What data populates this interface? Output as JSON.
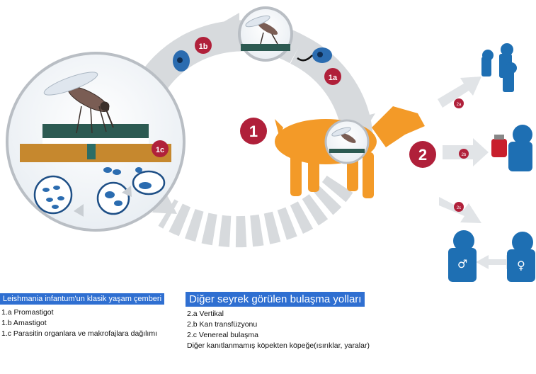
{
  "badges": {
    "main_1": "1",
    "main_2": "2",
    "sub_1a": "1a",
    "sub_1b": "1b",
    "sub_1c": "1c",
    "sub_2a": "2a",
    "sub_2b": "2b",
    "sub_2c": "2c"
  },
  "colors": {
    "badge_red": "#b0203a",
    "dog_orange": "#f39a28",
    "dog_blue": "#1e6fb3",
    "arrow_grey": "#d7dadd",
    "header_blue": "#2f6fd1"
  },
  "left_panel": {
    "title": "Leishmania infantum'un klasik yaşam çemberi",
    "lines": [
      "1.a Promastigot",
      "1.b Amastigot",
      "1.c Parasitin organlara ve makrofajlara dağılımı"
    ]
  },
  "right_panel": {
    "title": "Diğer seyrek görülen bulaşma yolları",
    "lines": [
      "2.a Vertikal",
      "2.b Kan transfüzyonu",
      "2.c Venereal bulaşma",
      "Diğer kanıtlanmamış köpekten köpeğe(ısırıklar, yaralar)"
    ]
  }
}
